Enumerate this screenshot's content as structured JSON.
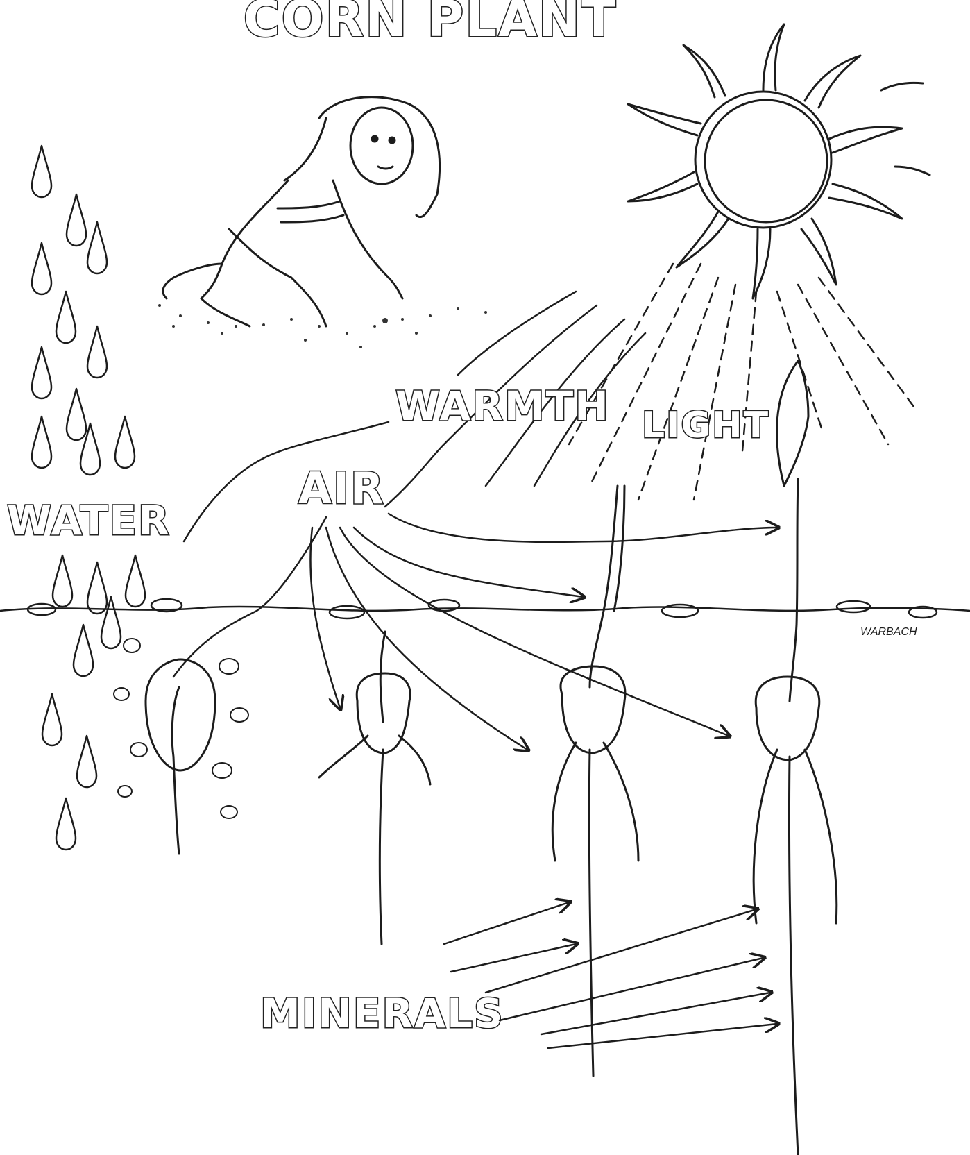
{
  "diagram": {
    "title": "CORN PLANT",
    "labels": {
      "water": "WATER",
      "air": "AIR",
      "warmth": "WARMTH",
      "light": "LIGHT",
      "minerals": "MINERALS"
    },
    "artist_signature": "WARBACH",
    "icons": [
      "raindrop-icon",
      "sun-icon",
      "kneeling-girl-figure",
      "seed-icon",
      "seedling-icon",
      "corn-plant-icon"
    ]
  }
}
